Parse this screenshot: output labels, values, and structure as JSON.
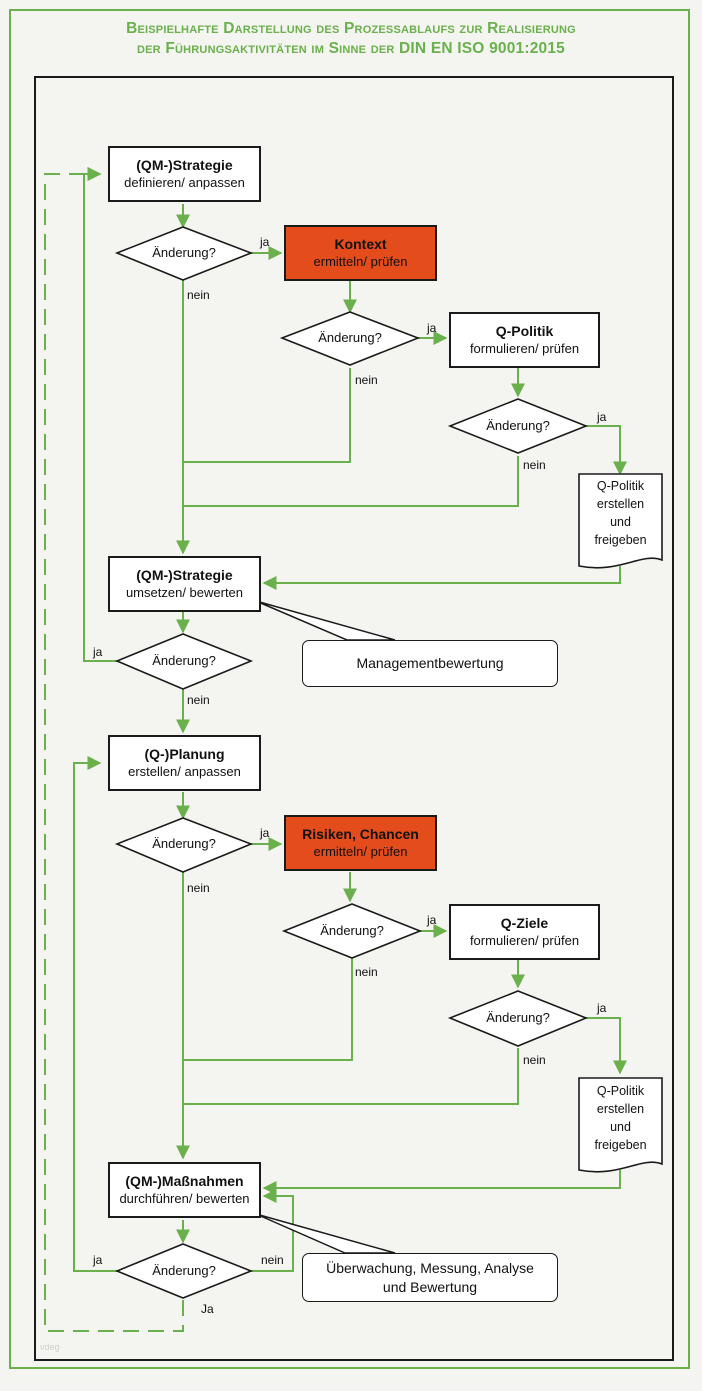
{
  "title": {
    "line1": "Beispielhafte Darstellung des Prozessablaufs zur Realisierung",
    "line2": "der Führungsaktivitäten im Sinne der DIN EN ISO 9001:2015"
  },
  "colors": {
    "green": "#6ab04c",
    "orange": "#e44c1c",
    "black": "#1a1a1a"
  },
  "boxes": {
    "strategy_define": {
      "title": "(QM-)Strategie",
      "sub": "definieren/ anpassen"
    },
    "context": {
      "title": "Kontext",
      "sub": "ermitteln/ prüfen"
    },
    "q_policy": {
      "title": "Q-Politik",
      "sub": "formulieren/ prüfen"
    },
    "strategy_implement": {
      "title": "(QM-)Strategie",
      "sub": "umsetzen/ bewerten"
    },
    "q_planning": {
      "title": "(Q-)Planung",
      "sub": "erstellen/ anpassen"
    },
    "risks": {
      "title": "Risiken, Chancen",
      "sub": "ermitteln/ prüfen"
    },
    "q_goals": {
      "title": "Q-Ziele",
      "sub": "formulieren/ prüfen"
    },
    "measures": {
      "title": "(QM-)Maßnahmen",
      "sub": "durchführen/ bewerten"
    }
  },
  "decision_label": "Änderung?",
  "yes": "ja",
  "no": "nein",
  "yes_cap": "Ja",
  "docs": {
    "doc1": [
      "Q-Politik",
      "erstellen",
      "und",
      "freigeben"
    ],
    "doc2": [
      "Q-Politik",
      "erstellen",
      "und",
      "freigeben"
    ]
  },
  "callouts": {
    "management_review": "Managementbewertung",
    "monitoring": "Überwachung, Messung, Analyse und Bewertung"
  },
  "watermark": "vdeg"
}
